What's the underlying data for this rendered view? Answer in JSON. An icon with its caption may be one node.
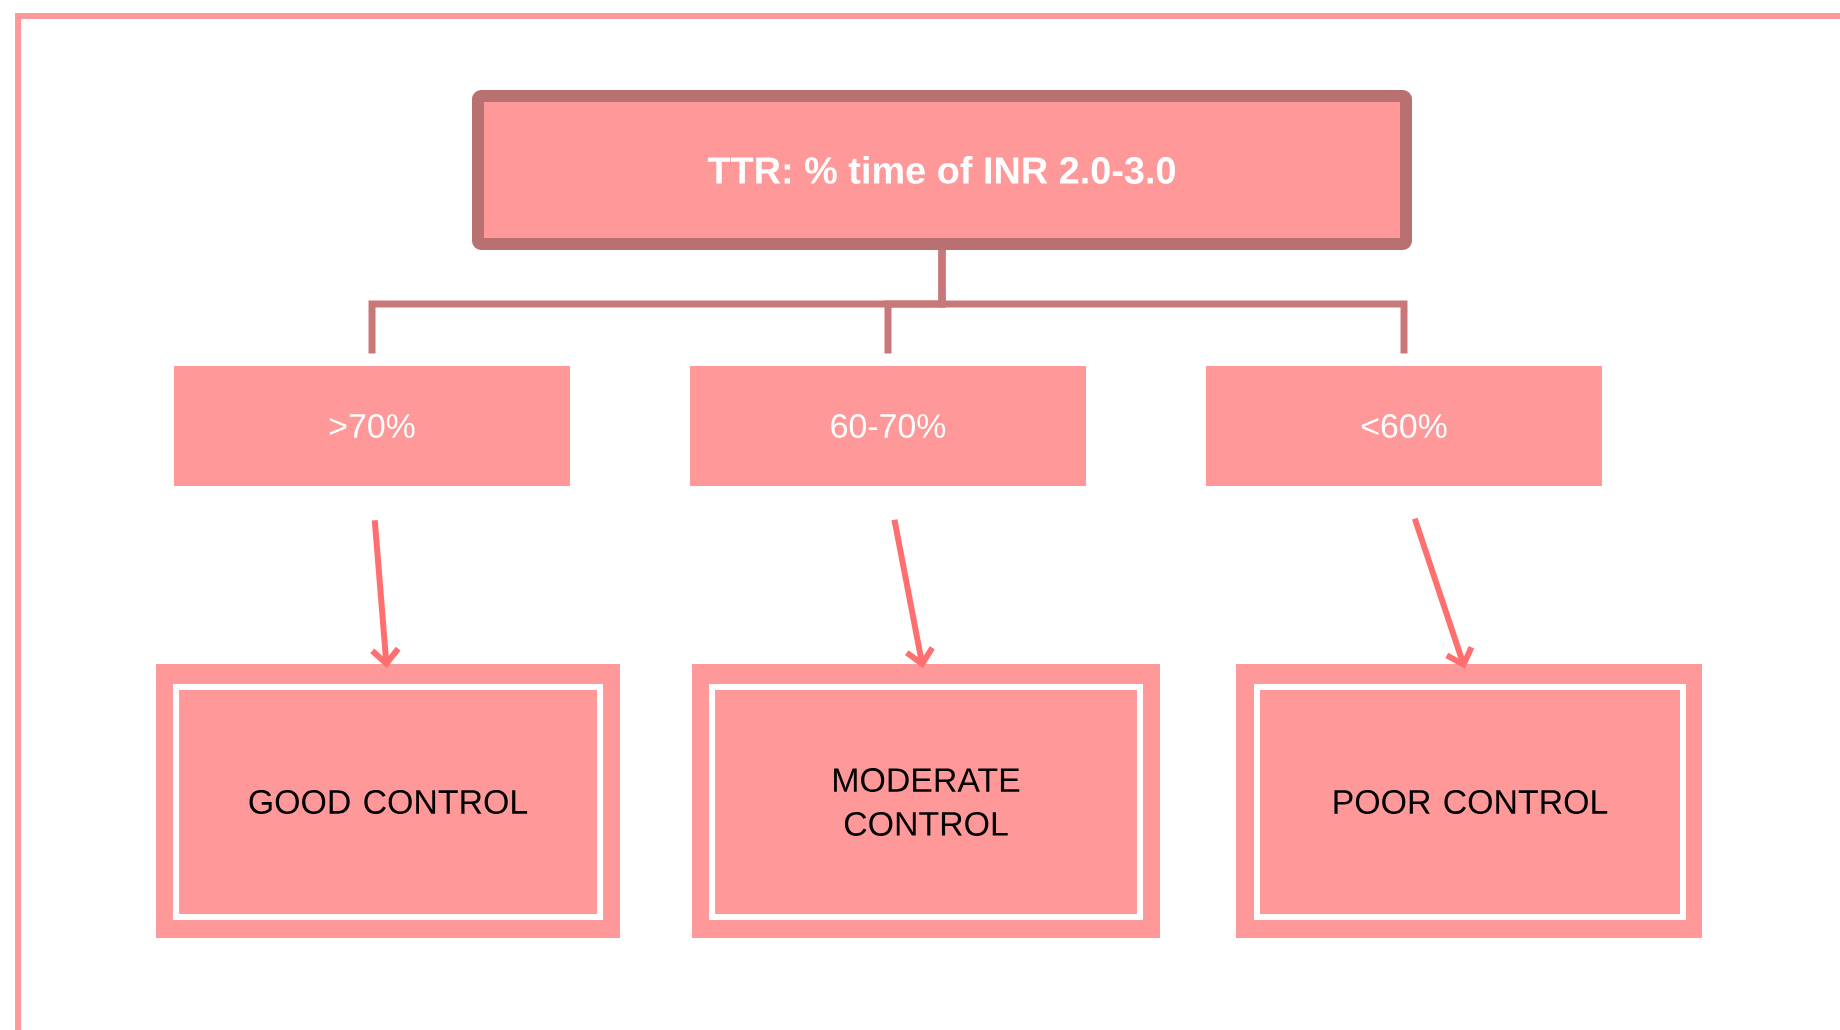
{
  "diagram": {
    "nodes": [
      {
        "text": [
          "TTR: % time of INR 2.0-3.0"
        ]
      },
      {
        "text": [
          ">70%"
        ]
      },
      {
        "text": [
          "60-70%"
        ]
      },
      {
        "text": [
          "<60%"
        ]
      },
      {
        "text": [
          "GOOD CONTROL"
        ]
      },
      {
        "text": [
          "MODERATE CONTROL"
        ]
      },
      {
        "text": [
          "POOR CONTROL"
        ]
      }
    ],
    "edges": [
      {
        "from": 0,
        "to": 1,
        "arrow": "none",
        "color": "#c87878"
      },
      {
        "from": 0,
        "to": 2,
        "arrow": "none",
        "color": "#c87878"
      },
      {
        "from": 0,
        "to": 3,
        "arrow": "none",
        "color": "#c87878"
      },
      {
        "from": 1,
        "to": 4,
        "arrow": "to"
      },
      {
        "from": 2,
        "to": 5,
        "arrow": "to"
      },
      {
        "from": 3,
        "to": 6,
        "arrow": "to"
      }
    ]
  }
}
